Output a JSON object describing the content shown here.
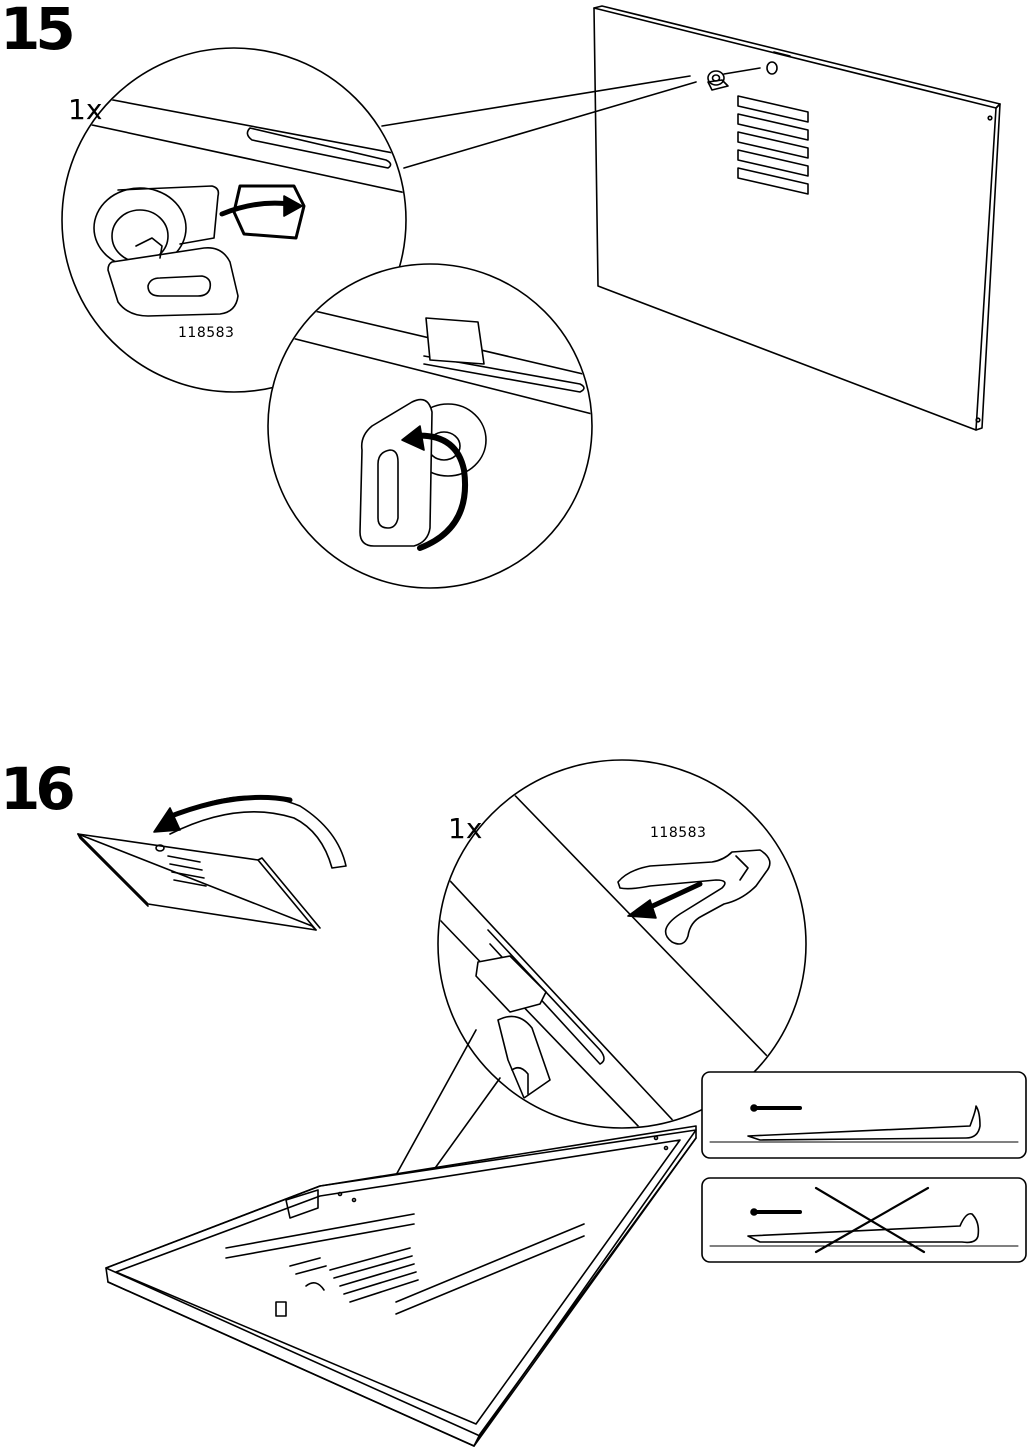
{
  "steps": [
    {
      "number": "15",
      "quantity": "1x",
      "part_number": "118583"
    },
    {
      "number": "16",
      "quantity": "1x",
      "part_number": "118583"
    }
  ]
}
